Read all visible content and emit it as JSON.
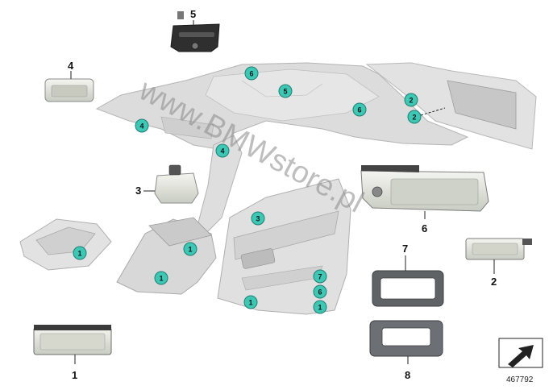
{
  "watermark": "www.BMWstore.pl",
  "diagram_ref": "467792",
  "callout_color": "#3ec7b4",
  "parts": [
    {
      "id": "p5",
      "label": "5"
    },
    {
      "id": "p4",
      "label": "4"
    },
    {
      "id": "p3",
      "label": "3"
    },
    {
      "id": "p6",
      "label": "6"
    },
    {
      "id": "p7",
      "label": "7"
    },
    {
      "id": "p2",
      "label": "2"
    },
    {
      "id": "p8",
      "label": "8"
    },
    {
      "id": "p1",
      "label": "1"
    }
  ],
  "callouts": [
    "6",
    "5",
    "6",
    "2",
    "2",
    "4",
    "4",
    "3",
    "1",
    "1",
    "1",
    "7",
    "6",
    "1",
    "1"
  ]
}
